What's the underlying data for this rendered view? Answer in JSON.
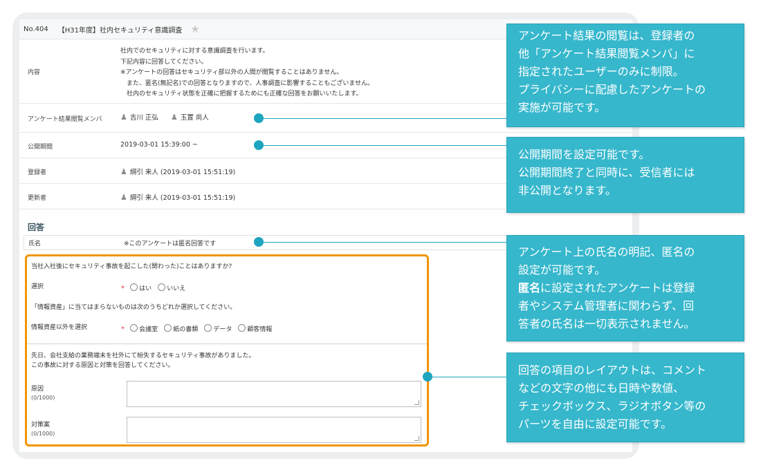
{
  "survey": {
    "number": "No.404",
    "title": "【H31年度】社内セキュリティ意識調査",
    "rows": {
      "content_label": "内容",
      "content_text": "社内でのセキュリティに対する意識調査を行います。\n下記内容に回答してください。\n※アンケートの回答はセキュリティ部以外の人間が閲覧することはありません。\n　また、匿名(無記名)での回答となりますので、人事調査に影響することもございません。\n　社内のセキュリティ状態を正確に把握するためにも正確な回答をお願いいたします。",
      "viewers_label": "アンケート結果閲覧メンバ",
      "viewer1": "吉川 正弘",
      "viewer2": "玉置 尚人",
      "period_label": "公開期間",
      "period_value": "2019-03-01 15:39:00 ~",
      "registrant_label": "登録者",
      "registrant_value": "綱引 来人 (2019-03-01 15:51:19)",
      "updater_label": "更新者",
      "updater_value": "綱引 来人 (2019-03-01 15:51:19)"
    },
    "answer_section": "回答",
    "name_label": "氏名",
    "name_value": "※このアンケートは匿名回答です"
  },
  "questions": {
    "q1": "当社入社後にセキュリティ事故を起こした(関わった)ことはありますか?",
    "q1_label": "選択",
    "q1_options": [
      "はい",
      "いいえ"
    ],
    "q2": "「情報資産」に当てはまらないものは次のうちどれか選択してください。",
    "q2_label": "情報資産以外を選択",
    "q2_options": [
      "会議室",
      "紙の書類",
      "データ",
      "顧客情報"
    ],
    "q3": "先日、会社支給の業務端末を社外にて紛失するセキュリティ事故がありました。\nこの事故に対する原因と対策を回答してください。",
    "cause_label": "原因",
    "cause_count": "(0/1000)",
    "measure_label": "対策案",
    "measure_count": "(0/1000)",
    "required_mark": "*"
  },
  "callouts": {
    "c1": [
      "アンケート結果の閲覧は、登録者の",
      "他「アンケート結果閲覧メンバ」に",
      "指定されたユーザーのみに制限。",
      "プライバシーに配慮したアンケートの",
      "実施が可能です。"
    ],
    "c2": [
      "公開期間を設定可能です。",
      "公開期間終了と同時に、受信者には",
      "非公開となります。"
    ],
    "c3_line1": "アンケート上の氏名の明記、匿名の",
    "c3_line2": "設定が可能です。",
    "c3_bold": "匿名",
    "c3_line3_rest": "に設定されたアンケートは登録",
    "c3_line4": "者やシステム管理者に関わらず、回",
    "c3_line5": "答者の氏名は一切表示されません。",
    "c4": [
      "回答の項目のレイアウトは、コメント",
      "などの文字の他にも日時や数値、",
      "チェックボックス、ラジオボタン等の",
      "パーツを自由に設定可能です。"
    ]
  },
  "colors": {
    "accent": "#36b7cc",
    "highlight": "#f29400",
    "connector": "#1ea5bf"
  },
  "icons": [
    "star-icon",
    "person-icon",
    "radio-icon"
  ]
}
